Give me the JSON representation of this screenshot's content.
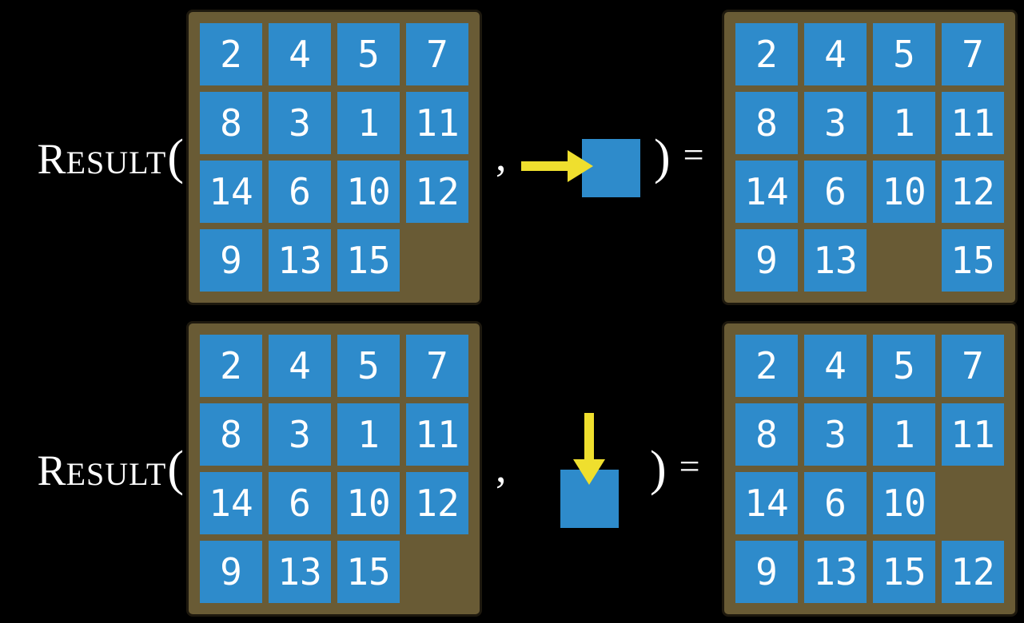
{
  "colors": {
    "background": "#000000",
    "frame_brown": "#695B35",
    "frame_border": "#1E190E",
    "tile_blue": "#2E8BCB",
    "tile_text": "#FFFFFF",
    "arrow_yellow": "#EFDF2E",
    "label_text": "#FFFFFF"
  },
  "examples": [
    {
      "label_first": "R",
      "label_rest": "ESULT",
      "open_paren": "(",
      "comma": ",",
      "close_paren": ")",
      "equals": "=",
      "action_icon": "arrow-right-icon",
      "action_direction": "right",
      "input_grid": [
        [
          2,
          4,
          5,
          7
        ],
        [
          8,
          3,
          1,
          11
        ],
        [
          14,
          6,
          10,
          12
        ],
        [
          9,
          13,
          15,
          null
        ]
      ],
      "result_grid": [
        [
          2,
          4,
          5,
          7
        ],
        [
          8,
          3,
          1,
          11
        ],
        [
          14,
          6,
          10,
          12
        ],
        [
          9,
          13,
          null,
          15
        ]
      ]
    },
    {
      "label_first": "R",
      "label_rest": "ESULT",
      "open_paren": "(",
      "comma": ",",
      "close_paren": ")",
      "equals": "=",
      "action_icon": "arrow-down-icon",
      "action_direction": "down",
      "input_grid": [
        [
          2,
          4,
          5,
          7
        ],
        [
          8,
          3,
          1,
          11
        ],
        [
          14,
          6,
          10,
          12
        ],
        [
          9,
          13,
          15,
          null
        ]
      ],
      "result_grid": [
        [
          2,
          4,
          5,
          7
        ],
        [
          8,
          3,
          1,
          11
        ],
        [
          14,
          6,
          10,
          null
        ],
        [
          9,
          13,
          15,
          12
        ]
      ]
    }
  ]
}
